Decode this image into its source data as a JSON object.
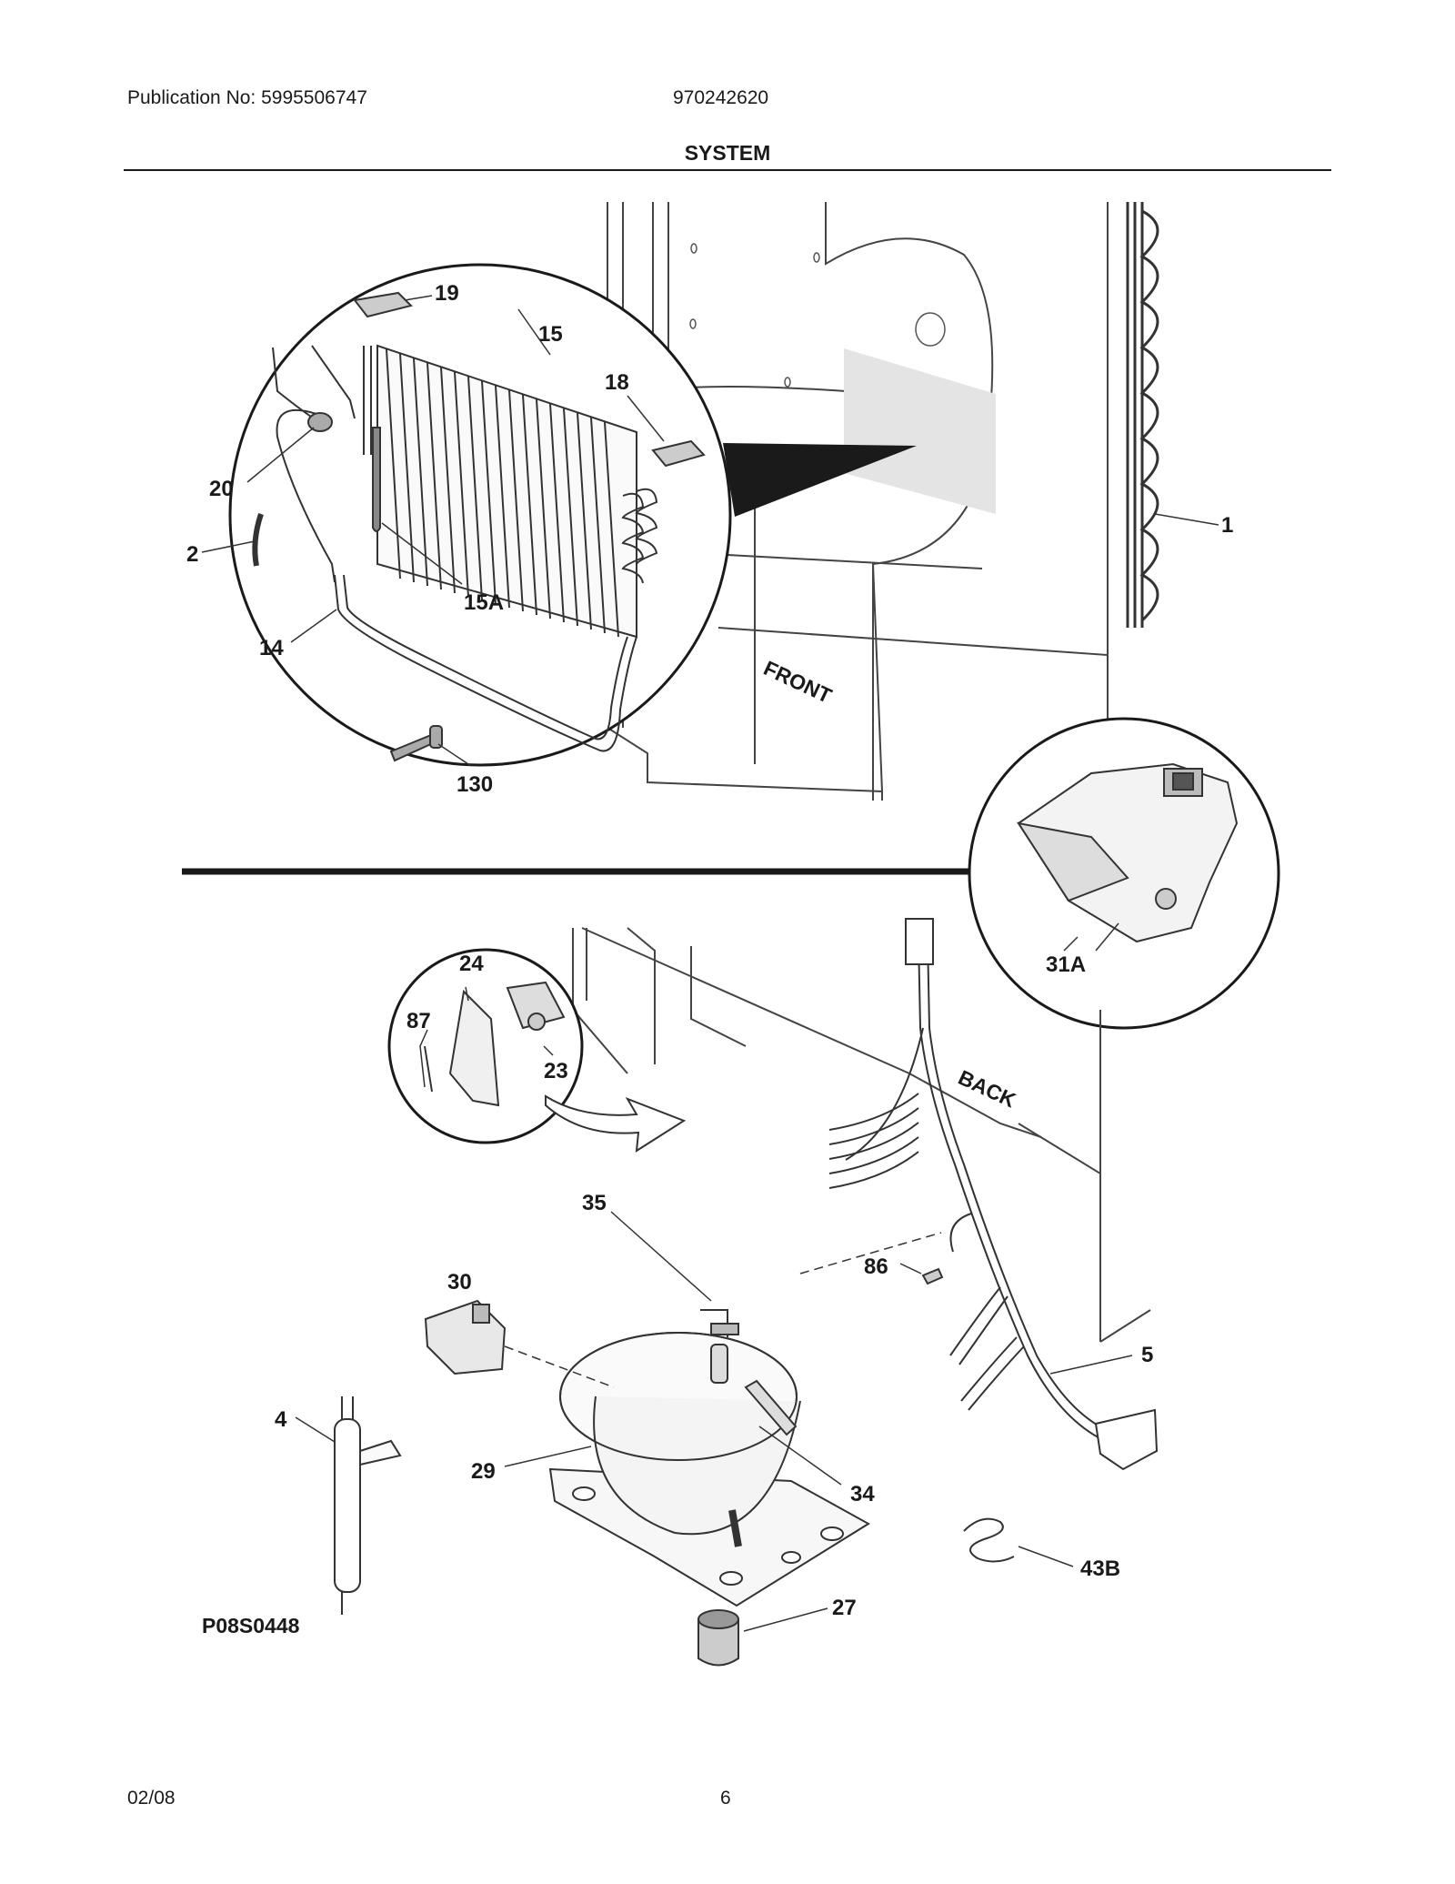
{
  "header": {
    "publication": "Publication No: 5995506747",
    "model": "970242620",
    "section_title": "SYSTEM"
  },
  "diagram": {
    "labels": {
      "front": "FRONT",
      "back": "BACK",
      "figure_code": "P08S0448"
    },
    "part_numbers": [
      "19",
      "15",
      "18",
      "20",
      "2",
      "15A",
      "14",
      "130",
      "1",
      "31A",
      "24",
      "87",
      "23",
      "35",
      "30",
      "86",
      "5",
      "4",
      "29",
      "34",
      "43B",
      "27"
    ]
  },
  "footer": {
    "date": "02/08",
    "page": "6"
  }
}
